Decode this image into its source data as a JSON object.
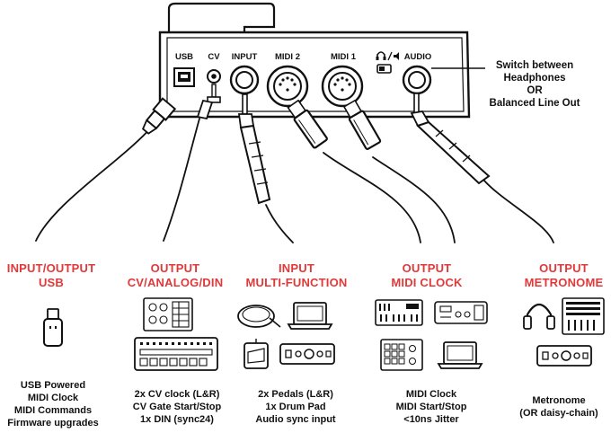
{
  "ports": [
    "USB",
    "CV",
    "INPUT",
    "MIDI 2",
    "MIDI 1",
    "AUDIO"
  ],
  "switch_note": [
    "Switch between",
    "Headphones",
    "OR",
    "Balanced Line Out"
  ],
  "sections": [
    {
      "heading": [
        "INPUT/OUTPUT",
        "USB"
      ],
      "desc": [
        "USB Powered",
        "MIDI Clock",
        "MIDI Commands",
        "Firmware upgrades"
      ],
      "icons": [
        "usb-stick-icon"
      ]
    },
    {
      "heading": [
        "OUTPUT",
        "CV/ANALOG/DIN"
      ],
      "desc": [
        "2x CV clock (L&R)",
        "CV Gate Start/Stop",
        "1x DIN (sync24)"
      ],
      "icons": [
        "eurorack-module-icon",
        "drum-machine-icon"
      ]
    },
    {
      "heading": [
        "INPUT",
        "MULTI-FUNCTION"
      ],
      "desc": [
        "2x Pedals (L&R)",
        "1x Drum Pad",
        "Audio sync input"
      ],
      "icons": [
        "drum-pad-icon",
        "laptop-icon",
        "foot-pedal-icon",
        "audio-interface-icon"
      ]
    },
    {
      "heading": [
        "OUTPUT",
        "MIDI CLOCK"
      ],
      "desc": [
        "MIDI Clock",
        "MIDI Start/Stop",
        "<10ns Jitter"
      ],
      "icons": [
        "keyboard-synth-icon",
        "sequencer-icon",
        "pad-controller-icon",
        "laptop-icon"
      ]
    },
    {
      "heading": [
        "OUTPUT",
        "METRONOME"
      ],
      "desc": [
        "Metronome",
        "(OR daisy-chain)"
      ],
      "icons": [
        "headphones-icon",
        "mixer-icon",
        "audio-interface-icon"
      ]
    }
  ],
  "colors": {
    "accent": "#e0393a",
    "ink": "#111111"
  }
}
